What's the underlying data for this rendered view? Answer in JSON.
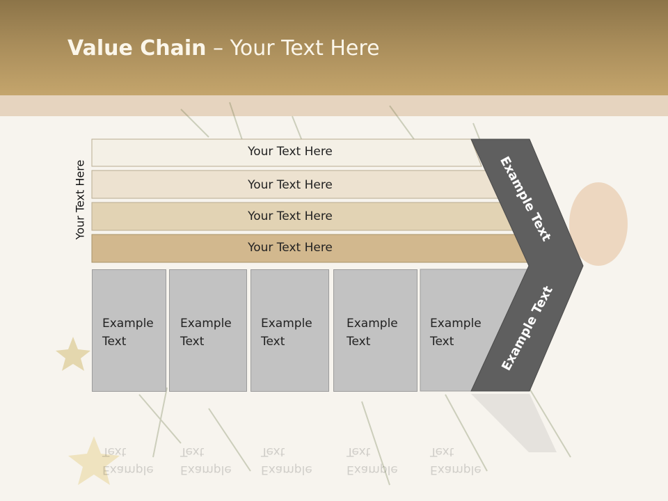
{
  "title": {
    "bold": "Value Chain",
    "rest": " – Your Text Here"
  },
  "side_label": "Your Text Here",
  "bars": [
    {
      "label": "Your Text Here"
    },
    {
      "label": "Your Text Here"
    },
    {
      "label": "Your Text Here"
    },
    {
      "label": "Your Text Here"
    }
  ],
  "boxes": [
    {
      "line1": "Example",
      "line2": "Text"
    },
    {
      "line1": "Example",
      "line2": "Text"
    },
    {
      "line1": "Example",
      "line2": "Text"
    },
    {
      "line1": "Example",
      "line2": "Text"
    },
    {
      "line1": "Example",
      "line2": "Text"
    }
  ],
  "chevron": {
    "upper_label": "Example Text",
    "lower_label": "Example Text"
  },
  "colors": {
    "header": "#a88c5a",
    "bar_1": "#f4f0e6",
    "bar_2": "#ede2d0",
    "bar_3": "#e2d3b4",
    "bar_4": "#d2b88e",
    "box": "#c2c2c2",
    "chevron": "#5f5f5f"
  }
}
